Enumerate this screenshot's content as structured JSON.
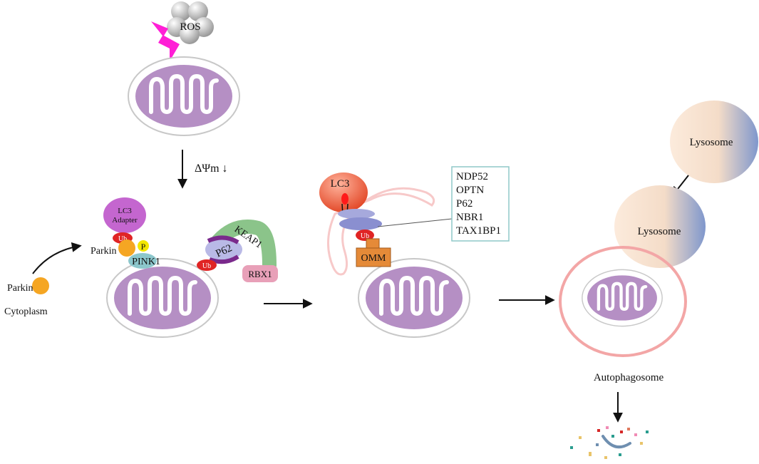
{
  "labels": {
    "ros": "ROS",
    "delta_psi": "ΔΨm ↓",
    "lc3_adapter_line1": "LC3",
    "lc3_adapter_line2": "Adapter",
    "ub": "Ub",
    "parkin": "Parkin",
    "p": "P",
    "pink1": "PINK1",
    "keap1": "KEAP1",
    "p62": "P62",
    "rbx1": "RBX1",
    "cytoplasm_parkin": "Parkin",
    "cytoplasm": "Cytoplasm",
    "lc3": "LC3",
    "omm": "OMM",
    "lysosome_top": "Lysosome",
    "lysosome_mid": "Lysosome",
    "autophagosome": "Autophagosome"
  },
  "receptors": [
    "NDP52",
    "OPTN",
    "P62",
    "NBR1",
    "TAX1BP1"
  ],
  "colors": {
    "matrix": "#b58fc4",
    "membrane": "#cccccc",
    "ros_sphere": "#bdbdbd",
    "lightning": "#ff1fd6",
    "lc3_adapter": "#c466cf",
    "ub_red": "#e02424",
    "parkin_orange": "#f5a623",
    "p_yellow": "#f2e600",
    "pink1_teal": "#8cc7cc",
    "keap1_green": "#8bc48a",
    "p62_lavender": "#b9b9e6",
    "p62_purple": "#7a2a8c",
    "rbx1_pink": "#e8a0b8",
    "lc3_red": "#e34a2a",
    "phagophore_pink": "#f7c9c9",
    "receptor_blue": "#8a8fd0",
    "omm_orange": "#e58a38",
    "receptor_box_border": "#8fc9c9",
    "autophagosome_ring": "#f3a6a6",
    "lysosome_left": "#fbe3cf",
    "lysosome_right": "#7f97cc"
  },
  "icons": [
    "lightning-icon",
    "arrow-icon",
    "ubiquitin-icon"
  ]
}
